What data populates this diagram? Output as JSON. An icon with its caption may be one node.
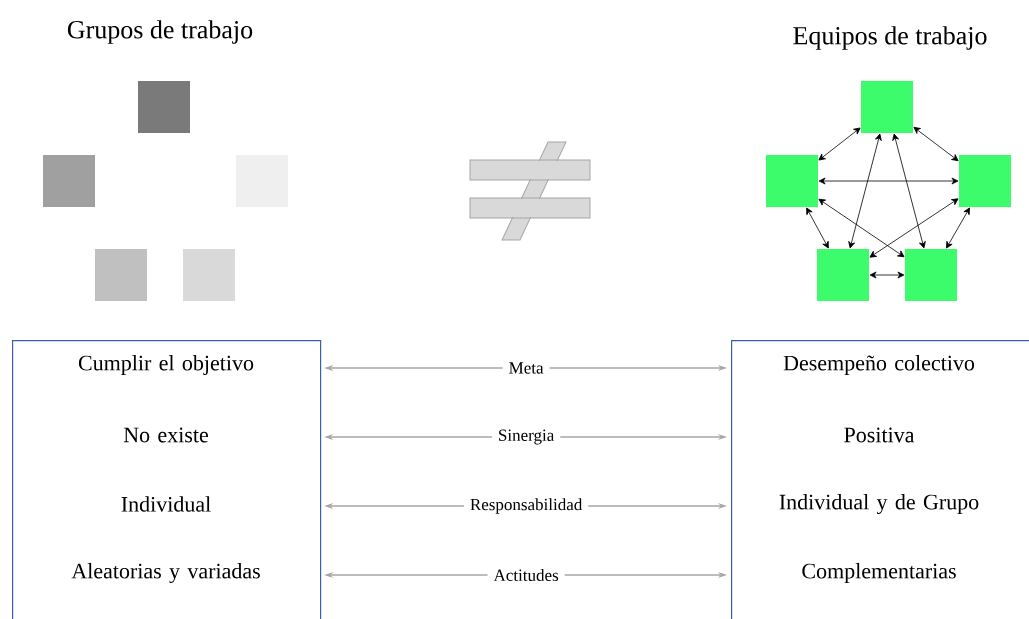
{
  "diagram": {
    "nodes": [
      {
        "text": [],
        "shape": "box"
      },
      {
        "text": [],
        "shape": "box"
      },
      {
        "text": [],
        "shape": "box"
      },
      {
        "text": [],
        "shape": "box"
      },
      {
        "text": [],
        "shape": "box"
      },
      {
        "text": [],
        "shape": "box"
      },
      {
        "text": [],
        "shape": "box"
      },
      {
        "text": [],
        "shape": "box"
      },
      {
        "text": [],
        "shape": "box"
      },
      {
        "text": [],
        "shape": "box"
      },
      {
        "text": [],
        "shape": "box"
      },
      {
        "text": [
          "Cumplir el objetivo"
        ],
        "in": 10
      },
      {
        "text": [
          "No existe"
        ],
        "in": 10
      },
      {
        "text": [
          "Individual"
        ],
        "in": 10
      },
      {
        "text": [
          "Aleatorias y variadas"
        ],
        "in": 10
      },
      {
        "text": [],
        "shape": "box"
      },
      {
        "text": [
          "Desempeño colectivo"
        ],
        "in": 15
      },
      {
        "text": [
          "Positiva"
        ],
        "in": 15
      },
      {
        "text": [
          "Individual y de Grupo"
        ],
        "in": 15
      },
      {
        "text": [
          "Complementarias"
        ],
        "in": 15
      }
    ],
    "edges": [
      {
        "from": 5,
        "to": 6,
        "arrow": "both"
      },
      {
        "from": 5,
        "to": 7,
        "arrow": "both"
      },
      {
        "from": 5,
        "to": 8,
        "arrow": "both"
      },
      {
        "from": 5,
        "to": 9,
        "arrow": "both"
      },
      {
        "from": 6,
        "to": 7,
        "arrow": "both"
      },
      {
        "from": 6,
        "to": 8,
        "arrow": "both"
      },
      {
        "from": 6,
        "to": 9,
        "arrow": "both"
      },
      {
        "from": 7,
        "to": 8,
        "arrow": "both"
      },
      {
        "from": 7,
        "to": 9,
        "arrow": "both"
      },
      {
        "from": 8,
        "to": 9,
        "arrow": "both"
      },
      {
        "from": 10,
        "to": 15,
        "arrow": "both",
        "label": "Meta",
        "color": "#a6a6a6"
      },
      {
        "from": 10,
        "to": 15,
        "arrow": "both",
        "label": "Sinergia",
        "color": "#a6a6a6"
      },
      {
        "from": 10,
        "to": 15,
        "arrow": "both",
        "label": "Responsabilidad",
        "color": "#a6a6a6"
      },
      {
        "from": 10,
        "to": 15,
        "arrow": "both",
        "label": "Actitudes",
        "color": "#a6a6a6"
      }
    ],
    "labels": [
      "Grupos de trabajo",
      "Equipos de trabajo"
    ]
  }
}
